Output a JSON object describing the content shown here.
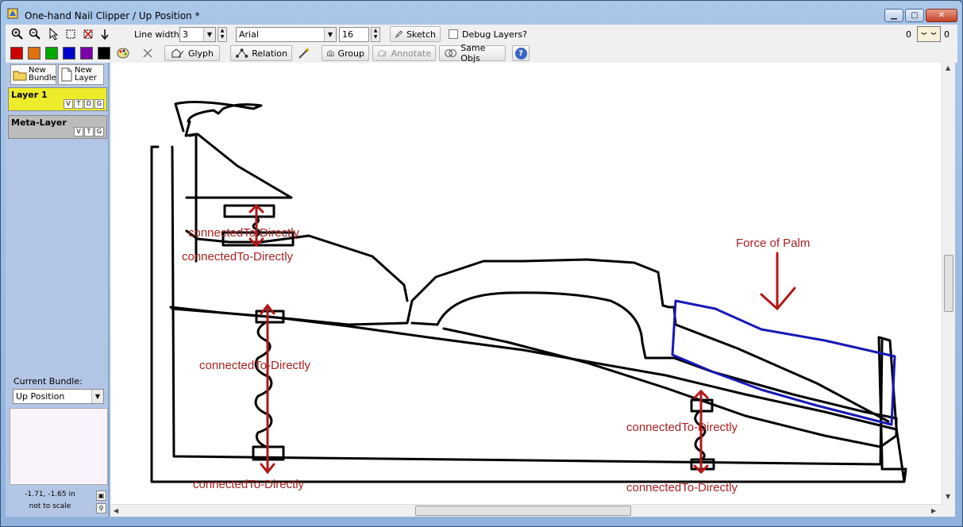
{
  "window": {
    "title": "One-hand Nail Clipper / Up Position *"
  },
  "toolbar": {
    "line_width_label": "Line width:",
    "line_width_value": "3",
    "font_value": "Arial",
    "font_size_value": "16",
    "sketch_label": "Sketch",
    "debug_layers_label": "Debug Layers?",
    "counter_left": "0",
    "counter_right": "0",
    "glyph_label": "Glyph",
    "relation_label": "Relation",
    "group_label": "Group",
    "annotate_label": "Annotate",
    "same_objs_label": "Same Objs",
    "help_glyph": "?",
    "colors": [
      "#cc0000",
      "#e07010",
      "#00aa00",
      "#0000cc",
      "#7a00aa",
      "#000000"
    ]
  },
  "sidebar": {
    "new_bundle_label": "New Bundle",
    "new_layer_label": "New Layer",
    "layers": [
      {
        "name": "Layer 1",
        "flags": [
          "V",
          "T",
          "D",
          "G"
        ],
        "color": "#ecec2a"
      },
      {
        "name": "Meta-Layer",
        "flags": [
          "V",
          "T",
          "G"
        ],
        "color": "#bcbcbc"
      }
    ],
    "current_bundle_label": "Current Bundle:",
    "current_bundle_value": "Up Position",
    "coords_text": "-1.71, -1.65 in",
    "scale_text": "not to scale"
  },
  "canvas": {
    "force_label": "Force of Palm",
    "relation_label": "connectedTo-Directly",
    "annotation_color": "#aa2222",
    "stroke_color": "#000000",
    "highlight_color": "#1818b8"
  }
}
